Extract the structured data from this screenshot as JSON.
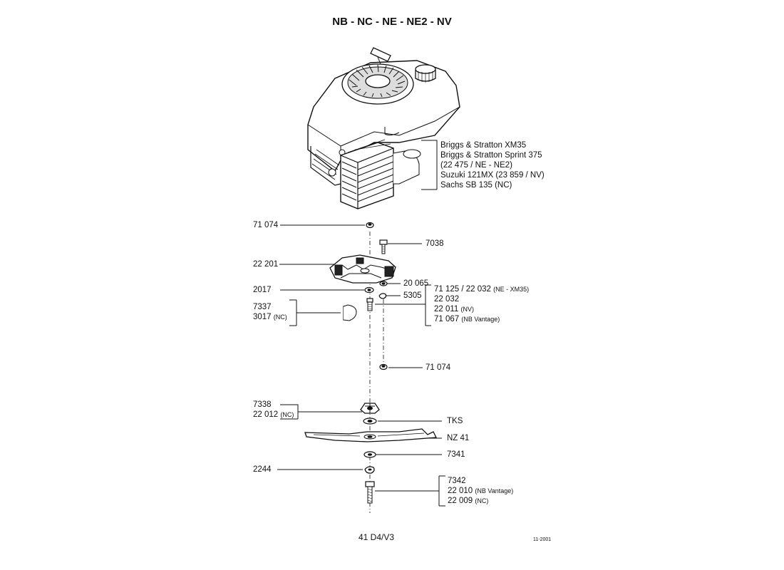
{
  "title": "NB - NC - NE - NE2 - NV",
  "engine_models": [
    "Briggs & Stratton XM35",
    "Briggs & Stratton Sprint 375",
    "(22 475 / NE - NE2)",
    "Suzuki 121MX (23 859 / NV)",
    "Sachs SB 135 (NC)"
  ],
  "parts": {
    "p71074_top": "71 074",
    "p7038": "7038",
    "p22201": "22 201",
    "p20065": "20 065",
    "p2017": "2017",
    "p5305": "5305",
    "bolt_group": {
      "l1": "71 125 / 22 032",
      "l1_note": "(NE - XM35)",
      "l2": "22 032",
      "l3": "22 011",
      "l3_note": "(NV)",
      "l4": "71 067",
      "l4_note": "(NB Vantage)"
    },
    "key_group": {
      "l1": "7337",
      "l2": "3017",
      "l2_note": "(NC)"
    },
    "p71074_mid": "71 074",
    "hub_group": {
      "l1": "7338",
      "l2": "22 012",
      "l2_note": "(NC)"
    },
    "tks": "TKS",
    "nz41": "NZ 41",
    "p7341": "7341",
    "p2244": "2244",
    "screw_group": {
      "l1": "7342",
      "l2": "22 010",
      "l2_note": "(NB Vantage)",
      "l3": "22 009",
      "l3_note": "(NC)"
    }
  },
  "footer": {
    "page_code": "41 D4/V3",
    "date": "11-2001"
  }
}
